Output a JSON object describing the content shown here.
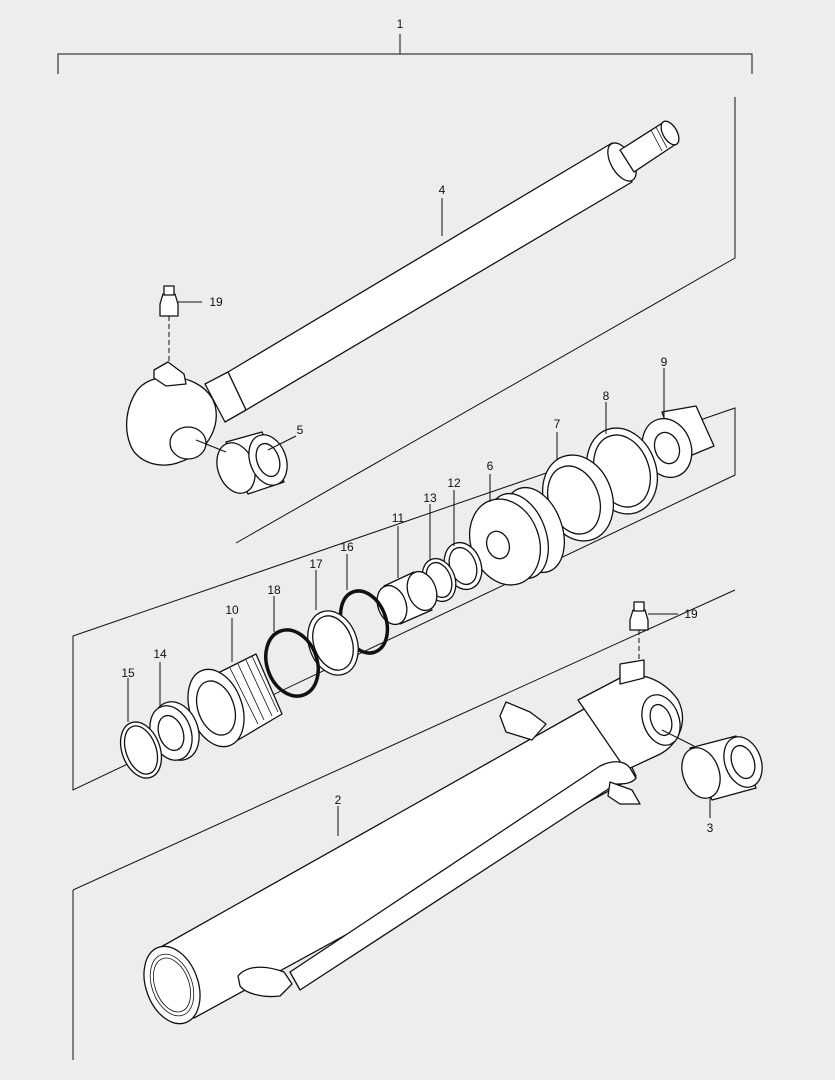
{
  "callouts": [
    {
      "id": "assembly",
      "text": "1"
    },
    {
      "id": "tube",
      "text": "2"
    },
    {
      "id": "bushing-tube",
      "text": "3"
    },
    {
      "id": "rod",
      "text": "4"
    },
    {
      "id": "bushing-rod",
      "text": "5"
    },
    {
      "id": "piston",
      "text": "6"
    },
    {
      "id": "piston-seal",
      "text": "7"
    },
    {
      "id": "wear-ring",
      "text": "8"
    },
    {
      "id": "nut",
      "text": "9"
    },
    {
      "id": "rod-cover",
      "text": "10"
    },
    {
      "id": "bushing-11",
      "text": "11"
    },
    {
      "id": "backup-ring-12",
      "text": "12"
    },
    {
      "id": "o-ring-13",
      "text": "13"
    },
    {
      "id": "dust-seal",
      "text": "14"
    },
    {
      "id": "snap-ring",
      "text": "15"
    },
    {
      "id": "o-ring-16",
      "text": "16"
    },
    {
      "id": "backup-ring-17",
      "text": "17"
    },
    {
      "id": "o-ring-18",
      "text": "18"
    },
    {
      "id": "grease-fitting-rod",
      "text": "19"
    },
    {
      "id": "grease-fitting-tube",
      "text": "19"
    }
  ],
  "colors": {
    "background": "#ededed",
    "line": "#111111",
    "part": "#ffffff"
  }
}
